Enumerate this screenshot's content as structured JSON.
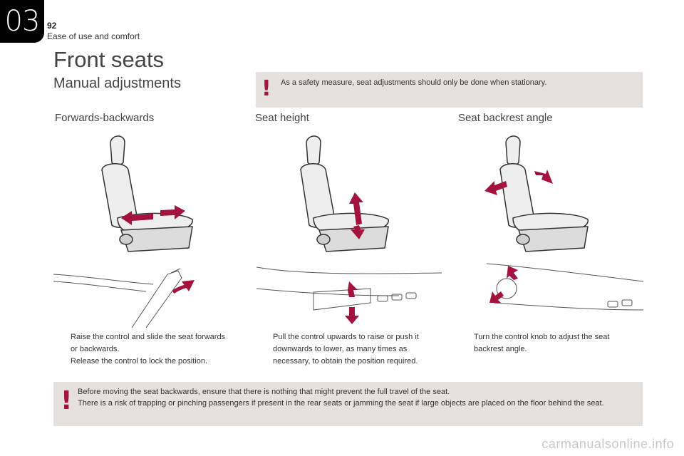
{
  "header": {
    "chapter": "03",
    "page_number": "92",
    "section": "Ease of use and comfort"
  },
  "title": "Front seats",
  "subtitle": "Manual adjustments",
  "safety_note": {
    "mark": "!",
    "text": "As a safety measure, seat adjustments should only be done when stationary."
  },
  "columns": [
    {
      "heading": "Forwards-backwards",
      "bullets": [
        "Raise the control and slide the seat forwards or backwards.",
        "Release the control to lock the position."
      ]
    },
    {
      "heading": "Seat height",
      "bullets": [
        "Pull the control upwards to raise or push it downwards to lower, as many times as necessary, to obtain the position required."
      ]
    },
    {
      "heading": "Seat backrest angle",
      "bullets": [
        "Turn the control knob to adjust the seat backrest angle."
      ]
    }
  ],
  "bullet_marker": "",
  "floor_note": {
    "mark": "!",
    "lines": [
      "Before moving the seat backwards, ensure that there is nothing that might prevent the full travel of the seat.",
      "There is a risk of trapping or pinching passengers if present in the rear seats or jamming the seat if large objects are placed on the floor behind the seat."
    ]
  },
  "watermark": "carmanualsonline.info",
  "colors": {
    "accent": "#a3133d",
    "note_background": "#e6e0de",
    "chapter_tab": "#000000"
  },
  "icons": {
    "seat": "seat-illustration",
    "arrow": "red-arrow",
    "warning": "exclamation-mark"
  }
}
